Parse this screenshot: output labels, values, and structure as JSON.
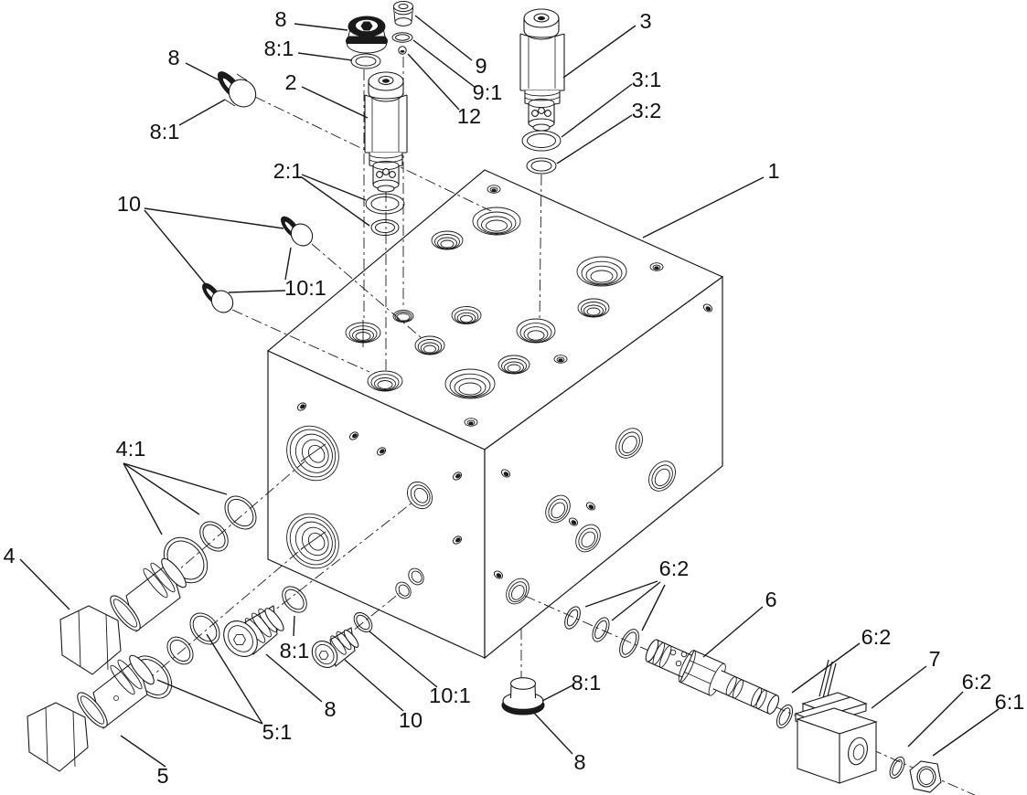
{
  "diagram": {
    "colors": {
      "background": "#ffffff",
      "line": "#1a1a1a",
      "text": "#111111"
    },
    "callouts": [
      {
        "text": "8"
      },
      {
        "text": "8:1"
      },
      {
        "text": "2"
      },
      {
        "text": "9"
      },
      {
        "text": "9:1"
      },
      {
        "text": "12"
      },
      {
        "text": "3"
      },
      {
        "text": "3:1"
      },
      {
        "text": "3:2"
      },
      {
        "text": "1"
      },
      {
        "text": "8"
      },
      {
        "text": "8:1"
      },
      {
        "text": "2:1"
      },
      {
        "text": "10"
      },
      {
        "text": "10:1"
      },
      {
        "text": "4:1"
      },
      {
        "text": "4"
      },
      {
        "text": "5"
      },
      {
        "text": "5:1"
      },
      {
        "text": "8:1"
      },
      {
        "text": "8"
      },
      {
        "text": "10:1"
      },
      {
        "text": "10"
      },
      {
        "text": "6:2"
      },
      {
        "text": "6"
      },
      {
        "text": "8:1"
      },
      {
        "text": "8"
      },
      {
        "text": "6:2"
      },
      {
        "text": "7"
      },
      {
        "text": "6:2"
      },
      {
        "text": "6:1"
      }
    ]
  }
}
